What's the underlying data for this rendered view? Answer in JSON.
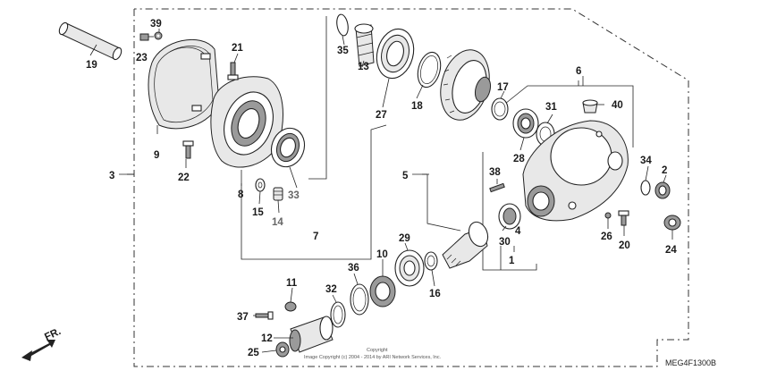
{
  "labels": {
    "p1": "1",
    "p2": "2",
    "p3": "3",
    "p4": "4",
    "p5": "5",
    "p6": "6",
    "p7": "7",
    "p8": "8",
    "p9": "9",
    "p10": "10",
    "p11": "11",
    "p12": "12",
    "p13": "13",
    "p14": "14",
    "p15": "15",
    "p16": "16",
    "p17": "17",
    "p18": "18",
    "p19": "19",
    "p20": "20",
    "p21": "21",
    "p22": "22",
    "p23": "23",
    "p24": "24",
    "p25": "25",
    "p26": "26",
    "p27": "27",
    "p28": "28",
    "p29": "29",
    "p30": "30",
    "p31": "31",
    "p32": "32",
    "p33": "33",
    "p34": "34",
    "p35": "35",
    "p36": "36",
    "p37": "37",
    "p38": "38",
    "p39": "39",
    "p40": "40"
  },
  "direction_label": "FR.",
  "copyright_line1": "Copyright",
  "copyright_line2": "Image Copyright (c) 2004 - 2014 by ARI Network Services, Inc.",
  "diagram_code": "MEG4F1300B",
  "colors": {
    "line": "#222222",
    "muted_label": "#666666",
    "background": "#ffffff"
  }
}
